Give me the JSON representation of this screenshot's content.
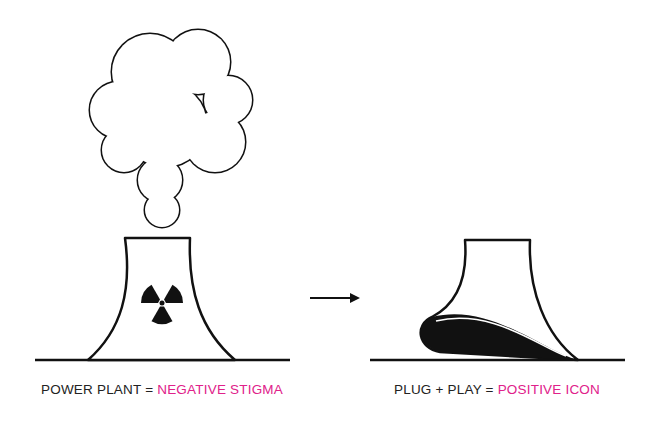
{
  "diagram": {
    "labels": [
      "POWER PLANT =",
      "NEGATIVE STIGMA",
      "PLUG + PLAY =",
      "POSITIVE ICON"
    ]
  }
}
